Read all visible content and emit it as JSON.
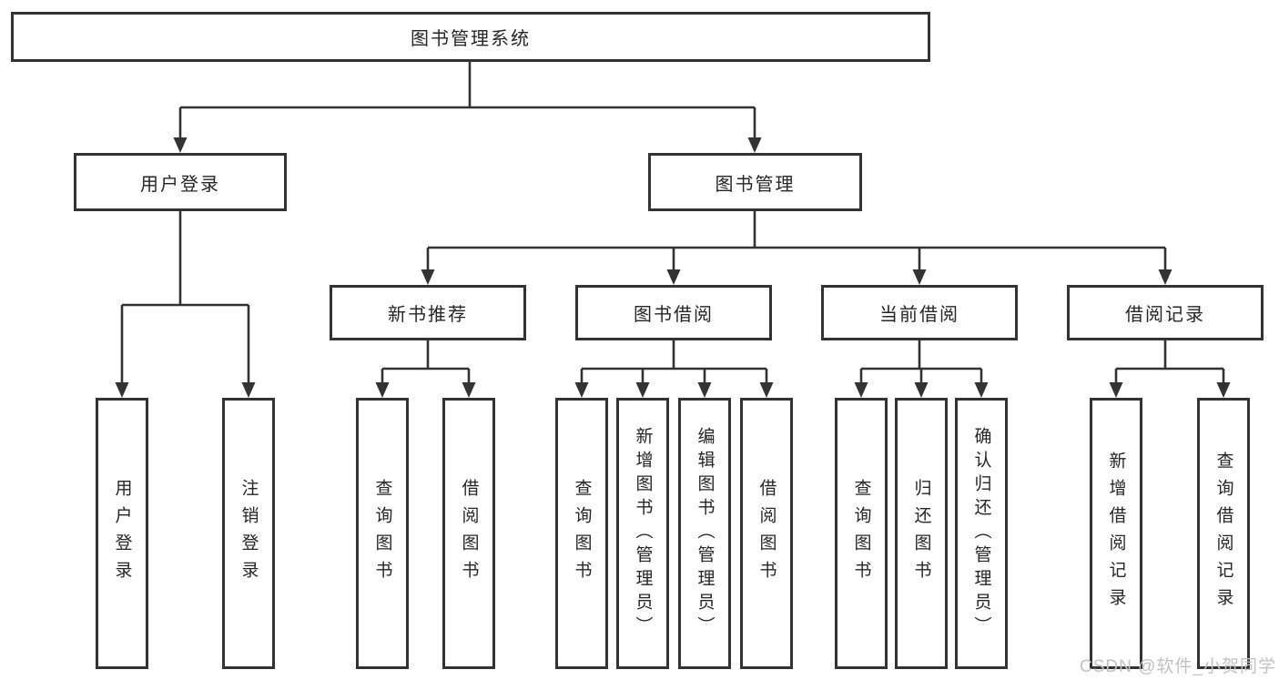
{
  "diagram_type": "functional-hierarchy",
  "tree": {
    "label": "图书管理系统",
    "children": [
      {
        "label": "用户登录",
        "children": [
          {
            "label": "用户登录"
          },
          {
            "label": "注销登录"
          }
        ]
      },
      {
        "label": "图书管理",
        "children": [
          {
            "label": "新书推荐",
            "children": [
              {
                "label": "查询图书"
              },
              {
                "label": "借阅图书"
              }
            ]
          },
          {
            "label": "图书借阅",
            "children": [
              {
                "label": "查询图书"
              },
              {
                "label": "新增图书（管理员）"
              },
              {
                "label": "编辑图书（管理员）"
              },
              {
                "label": "借阅图书"
              }
            ]
          },
          {
            "label": "当前借阅",
            "children": [
              {
                "label": "查询图书"
              },
              {
                "label": "归还图书"
              },
              {
                "label": "确认归还（管理员）"
              }
            ]
          },
          {
            "label": "借阅记录",
            "children": [
              {
                "label": "新增借阅记录"
              },
              {
                "label": "查询借阅记录"
              }
            ]
          }
        ]
      }
    ]
  },
  "watermark": "CSDN @软件_小贺同学",
  "colors": {
    "line": "#333333",
    "box_border": "#333333",
    "text": "#262626",
    "watermark": "#c3c3c3",
    "background": "#ffffff"
  }
}
